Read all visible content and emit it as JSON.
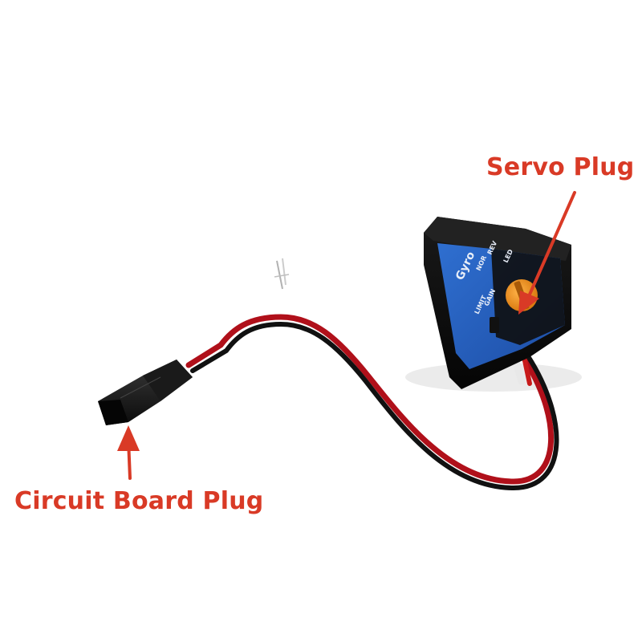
{
  "annotations": {
    "servo_plug": "Servo Plug",
    "circuit_board_plug": "Circuit Board Plug",
    "color": "#d93a26"
  },
  "device": {
    "brand": "Gyro",
    "labels": {
      "rev": "REV",
      "nor": "NOR",
      "led": "LED",
      "limit": "LIMIT",
      "gain": "GAIN"
    }
  },
  "icons": {
    "servo_arrow": "arrow-icon",
    "board_arrow": "arrow-icon"
  }
}
